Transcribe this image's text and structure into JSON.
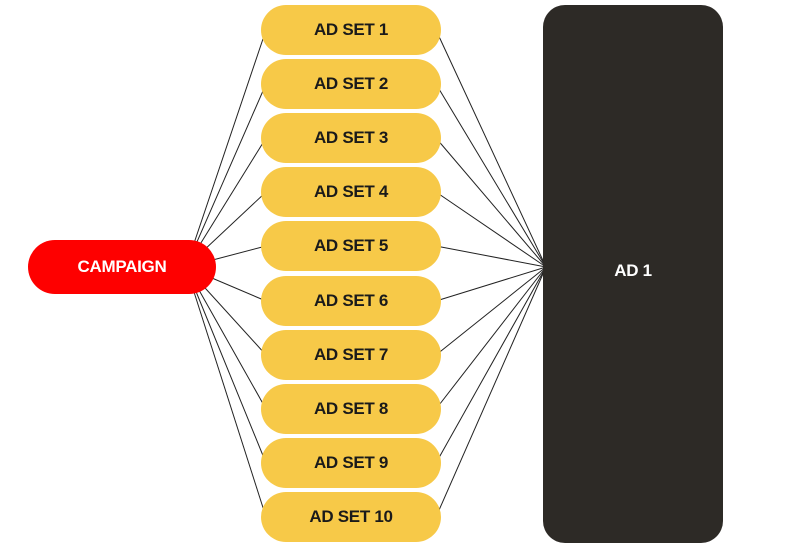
{
  "campaign": {
    "label": "CAMPAIGN",
    "color": "#fe0000",
    "text_color": "#ffffff"
  },
  "ad_sets": [
    {
      "label": "AD SET 1"
    },
    {
      "label": "AD SET 2"
    },
    {
      "label": "AD SET 3"
    },
    {
      "label": "AD SET 4"
    },
    {
      "label": "AD SET 5"
    },
    {
      "label": "AD SET 6"
    },
    {
      "label": "AD SET 7"
    },
    {
      "label": "AD SET 8"
    },
    {
      "label": "AD SET 9"
    },
    {
      "label": "AD SET 10"
    }
  ],
  "ad_set_color": "#f7c948",
  "ad": {
    "label": "AD 1",
    "color": "#2d2a26",
    "text_color": "#ffffff"
  },
  "connector_color": "#222222"
}
